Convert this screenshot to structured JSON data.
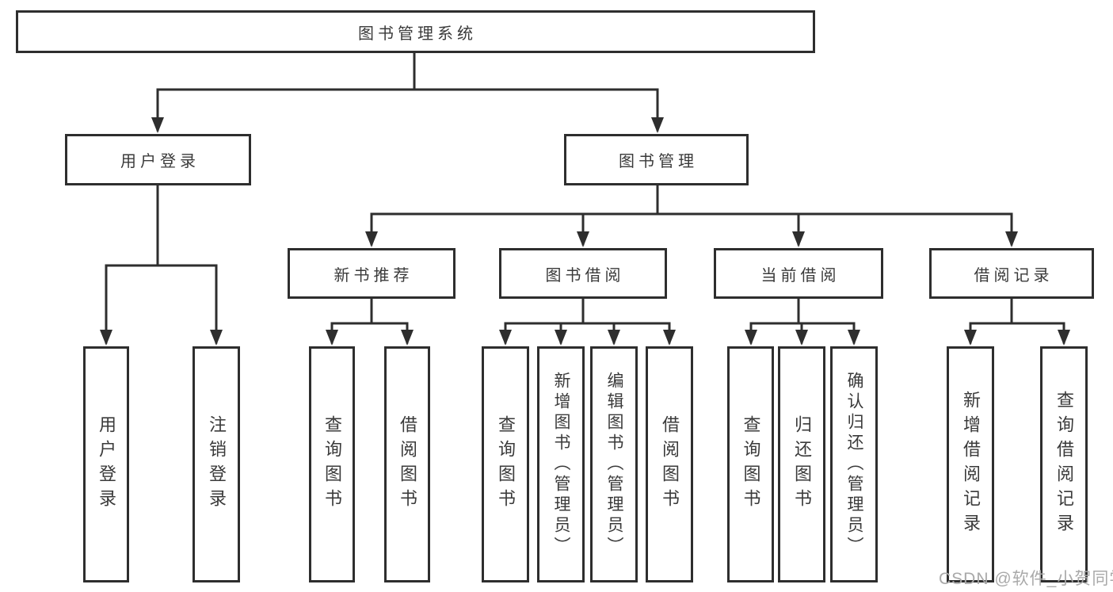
{
  "diagram": {
    "root": {
      "label": "图书管理系统"
    },
    "level2": [
      {
        "id": "user-login",
        "label": "用户登录"
      },
      {
        "id": "book-management",
        "label": "图书管理"
      }
    ],
    "level3": [
      {
        "id": "new-book-recommend",
        "label": "新书推荐"
      },
      {
        "id": "book-borrowing",
        "label": "图书借阅"
      },
      {
        "id": "current-borrowing",
        "label": "当前借阅"
      },
      {
        "id": "borrowing-records",
        "label": "借阅记录"
      }
    ],
    "leaves": {
      "user_login": [
        "用户登录",
        "注销登录"
      ],
      "new_book_recommend": [
        "查询图书",
        "借阅图书"
      ],
      "book_borrowing": [
        "查询图书",
        "新增图书（管理员）",
        "编辑图书（管理员）",
        "借阅图书"
      ],
      "current_borrowing": [
        "查询图书",
        "归还图书",
        "确认归还（管理员）"
      ],
      "borrowing_records": [
        "新增借阅记录",
        "查询借阅记录"
      ]
    }
  },
  "watermark": {
    "text": "CSDN @软件_小贺同学"
  },
  "colors": {
    "line": "#2e2e2e",
    "text": "#3a3a3a",
    "box_fill": "#ffffff",
    "background": "#ffffff",
    "watermark": "#a9a9a9"
  }
}
